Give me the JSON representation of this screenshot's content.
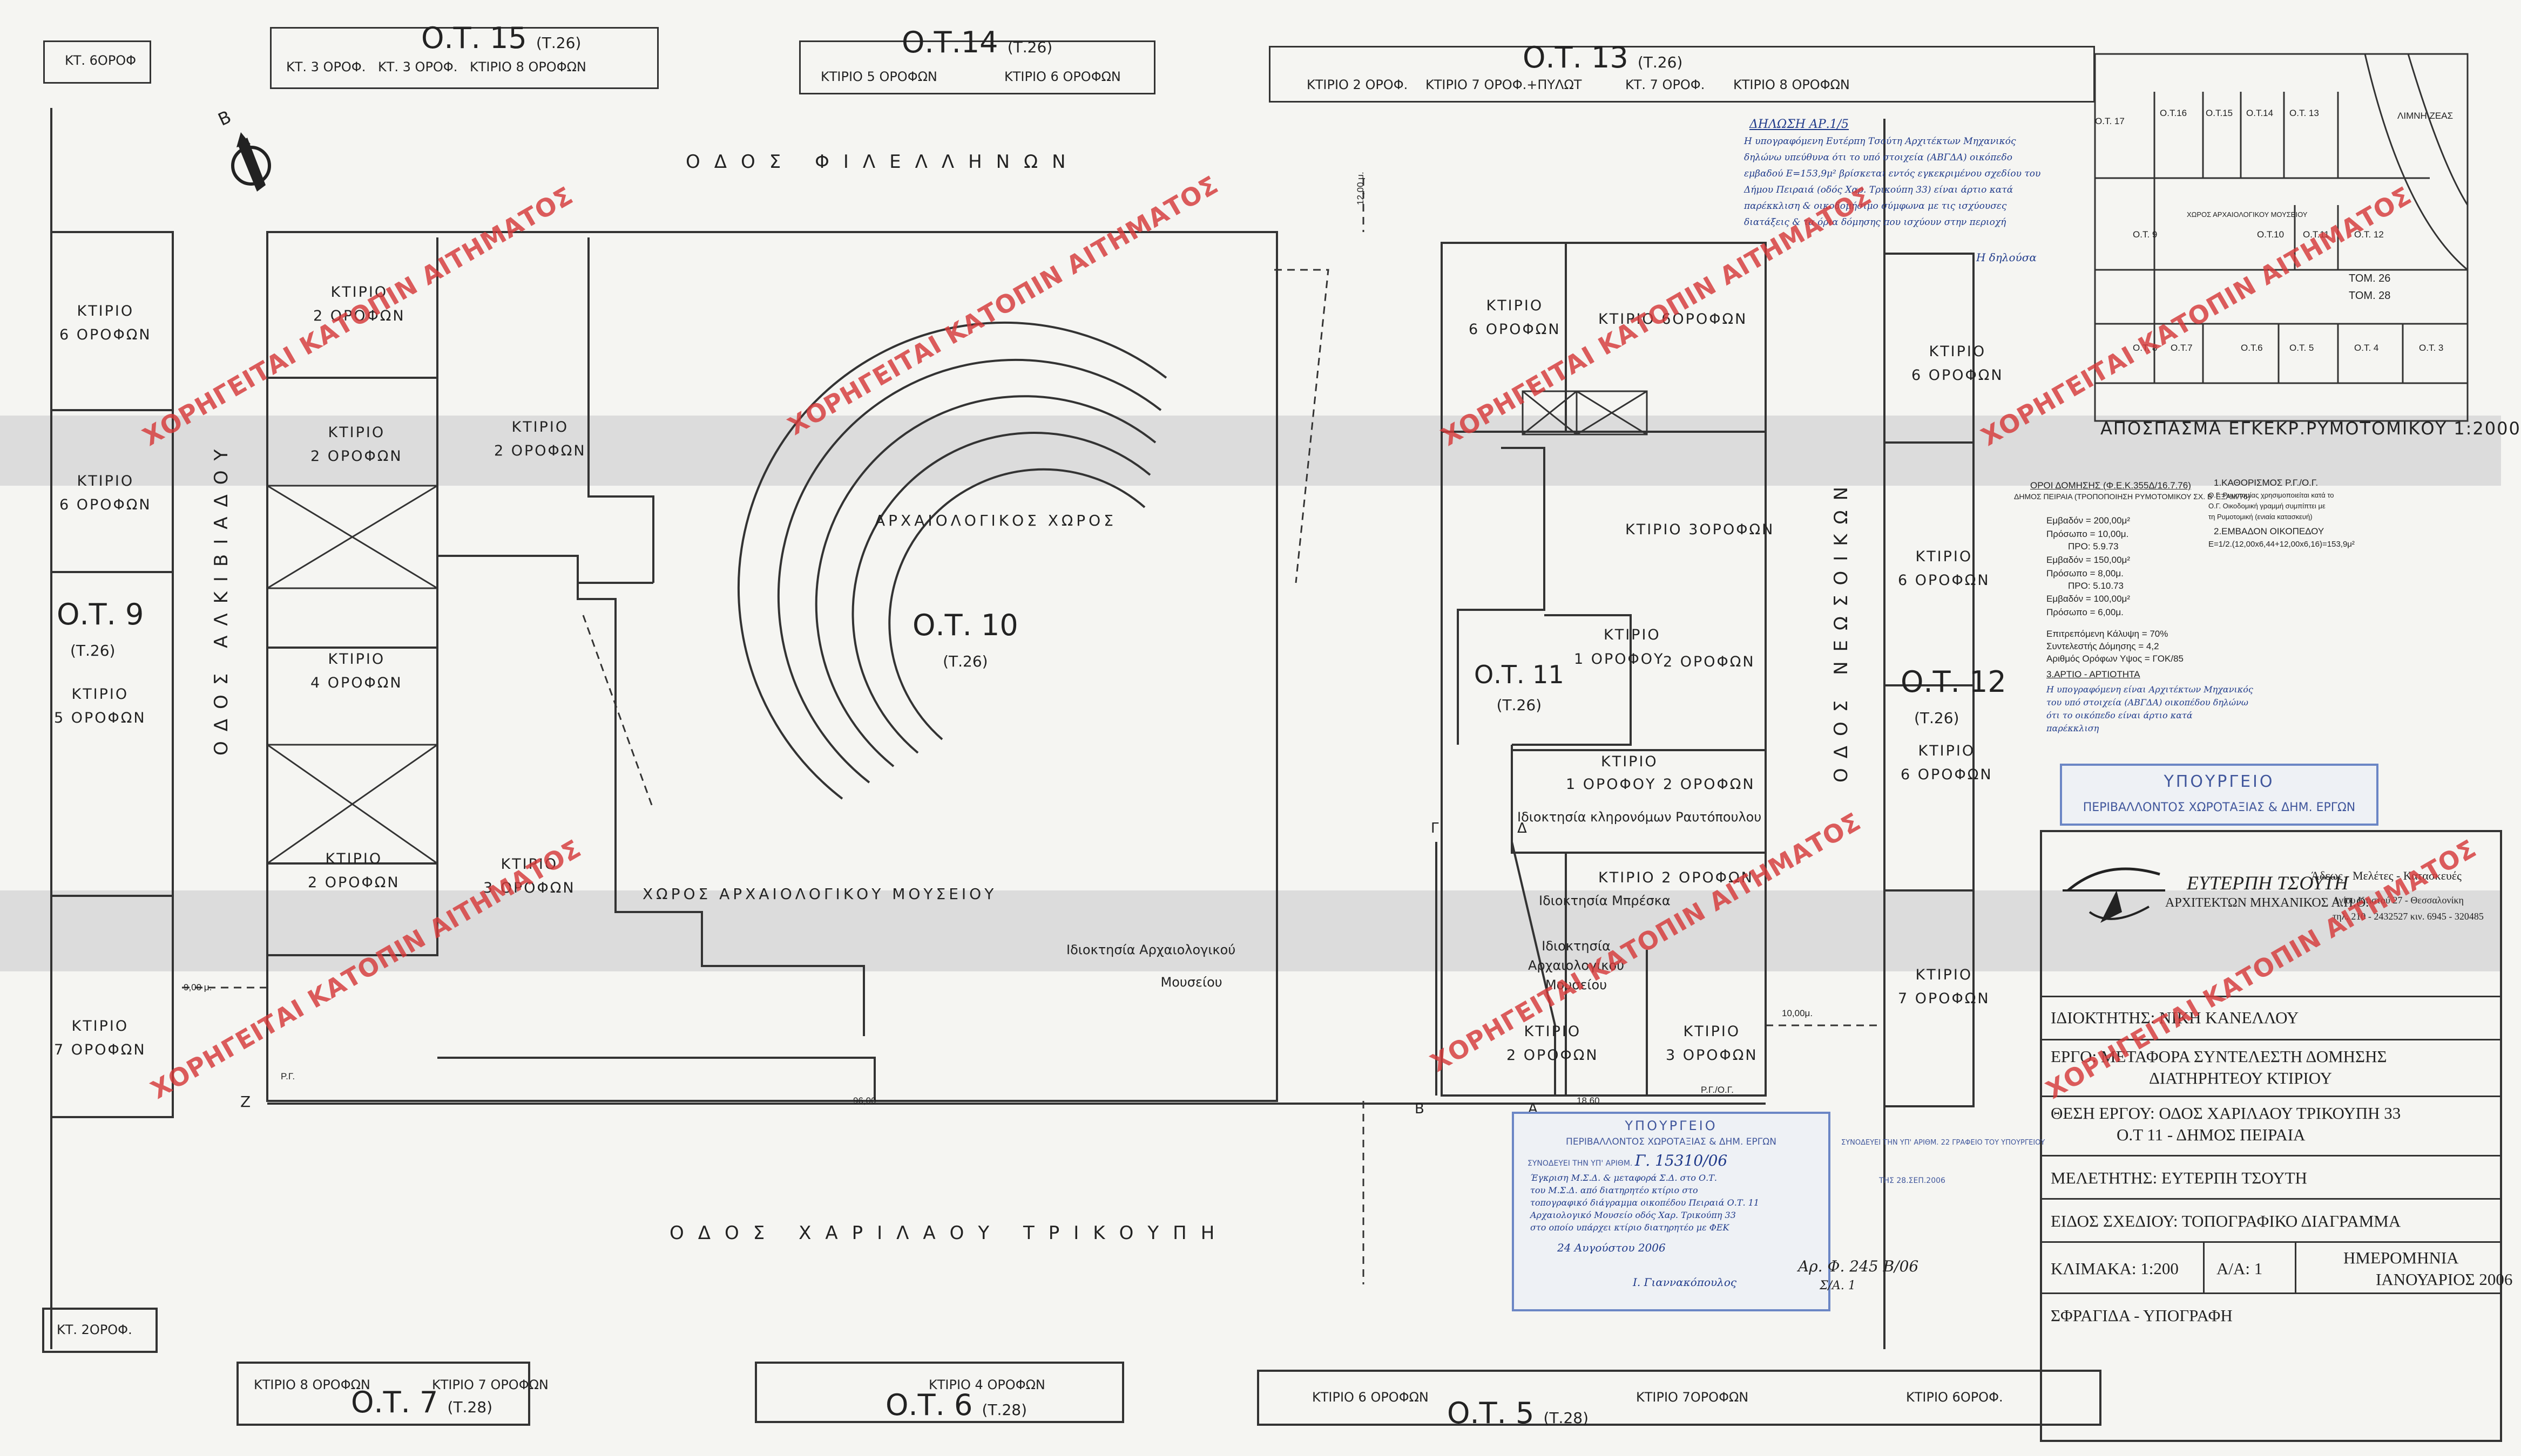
{
  "colors": {
    "watermark": "#d63a3a",
    "stamp": "#41579c",
    "ink": "#222222"
  },
  "top_row": {
    "k6": "ΚΤ. 6ΟΡΟΦ",
    "k3a": "ΚΤ. 3 ΟΡΟΦ.",
    "k3b": "ΚΤ. 3 ΟΡΟΦ.",
    "k8": "ΚΤΙΡΙΟ 8 ΟΡΟΦΩΝ",
    "ot15": "Ο.Τ. 15",
    "ot15s": "(Τ.26)",
    "ot14": "Ο.Τ.14",
    "ot14s": "(Τ.26)",
    "k5": "ΚΤΙΡΙΟ 5 ΟΡΟΦΩΝ",
    "k6b": "ΚΤΙΡΙΟ 6 ΟΡΟΦΩΝ",
    "ot13": "Ο.Τ. 13",
    "ot13s": "(Τ.26)",
    "k2": "ΚΤΙΡΙΟ 2 ΟΡΟΦ.",
    "k7p": "ΚΤΙΡΙΟ 7 ΟΡΟΦ.+ΠΥΛΩΤ",
    "k7": "ΚΤ. 7 ΟΡΟΦ.",
    "k8b": "ΚΤΙΡΙΟ 8 ΟΡΟΦΩΝ"
  },
  "bottom_row": {
    "k2": "ΚΤ. 2ΟΡΟΦ.",
    "k8": "ΚΤΙΡΙΟ 8 ΟΡΟΦΩΝ",
    "k7": "ΚΤΙΡΙΟ 7 ΟΡΟΦΩΝ",
    "ot7": "Ο.Τ. 7",
    "ot7s": "(Τ.28)",
    "k4": "ΚΤΙΡΙΟ 4 ΟΡΟΦΩΝ",
    "ot6": "Ο.Τ. 6",
    "ot6s": "(Τ.28)",
    "k6": "ΚΤΙΡΙΟ 6 ΟΡΟΦΩΝ",
    "ot5": "Ο.Τ. 5",
    "ot5s": "(Τ.28)",
    "k7b": "ΚΤΙΡΙΟ 7ΟΡΟΦΩΝ",
    "k6b": "ΚΤΙΡΙΟ 6ΟΡΟΦ."
  },
  "streets": {
    "filellinon": "ΟΔΟΣ ΦΙΛΕΛΛΗΝΩΝ",
    "charilaou": "ΟΔΟΣ ΧΑΡΙΛΑΟΥ ΤΡΙΚΟΥΠΗ",
    "alkiviadou": "ΟΔΟΣ ΑΛΚΙΒΙΑΔΟΥ",
    "neosoikon": "ΟΔΟΣ ΝΕΩΣΟΙΚΩΝ"
  },
  "north": "Β",
  "left_block": {
    "b1": "ΚΤΙΡΙΟ",
    "b1s": "6 ΟΡΟΦΩΝ",
    "b2": "ΚΤΙΡΙΟ",
    "b2s": "6 ΟΡΟΦΩΝ",
    "ot9": "Ο.Τ. 9",
    "ot9s": "(Τ.26)",
    "b3": "ΚΤΙΡΙΟ",
    "b3s": "5 ΟΡΟΦΩΝ",
    "b4": "ΚΤΙΡΙΟ",
    "b4s": "7 ΟΡΟΦΩΝ"
  },
  "center": {
    "k2a": "ΚΤΙΡΙΟ",
    "k2as": "2 ΟΡΟΦΩΝ",
    "k2b": "ΚΤΙΡΙΟ",
    "k2bs": "2 ΟΡΟΦΩΝ",
    "k2c": "ΚΤΙΡΙΟ",
    "k2cs": "2 ΟΡΟΦΩΝ",
    "k4": "ΚΤΙΡΙΟ",
    "k4s": "4 ΟΡΟΦΩΝ",
    "k2d": "ΚΤΙΡΙΟ",
    "k2ds": "2 ΟΡΟΦΩΝ",
    "k3": "ΚΤΙΡΙΟ",
    "k3s": "3 ΟΡΟΦΩΝ",
    "arch": "ΑΡΧΑΙΟΛΟΓΙΚΟΣ ΧΩΡΟΣ",
    "ot10": "Ο.Τ. 10",
    "ot10s": "(Τ.26)",
    "museum_space": "ΧΩΡΟΣ ΑΡΧΑΙΟΛΟΓΙΚΟΥ ΜΟΥΣΕΙΟΥ",
    "museum_prop1": "Ιδιοκτησία Αρχαιολογικού",
    "museum_prop2": "Μουσείου",
    "dist_12": "12,00 μ.",
    "dist_9": "9,00 μ.",
    "dist_96": "96,00",
    "rg": "Ρ.Γ.",
    "z": "Ζ"
  },
  "ot11": {
    "k6": "ΚΤΙΡΙΟ",
    "k6s": "6 ΟΡΟΦΩΝ",
    "k6b": "ΚΤΙΡΙΟ 6ΟΡΟΦΩΝ",
    "k3": "ΚΤΙΡΙΟ 3ΟΡΟΦΩΝ",
    "ot11": "Ο.Τ. 11",
    "ot11s": "(Τ.26)",
    "kt": "ΚΤΙΡΙΟ",
    "r1": "1 ΟΡΟΦΟΥ",
    "r2": "2 ΟΡΟΦΩΝ",
    "kt2": "ΚΤΙΡΙΟ",
    "r3": "1 ΟΡΟΦΟΥ",
    "r4": "2 ΟΡΟΦΩΝ",
    "rautop": "Ιδιοκτησία κληρονόμων Ραυτόπουλου",
    "k2o": "ΚΤΙΡΙΟ 2 ΟΡΟΦΩΝ",
    "mpre": "Ιδιοκτησία Μπρέσκα",
    "arch1": "Ιδιοκτησία",
    "arch2": "Αρχαιολογικού",
    "arch3": "Μουσείου",
    "k2e": "ΚΤΙΡΙΟ",
    "k2es": "2 ΟΡΟΦΩΝ",
    "k3e": "ΚΤΙΡΙΟ",
    "k3es": "3 ΟΡΟΦΩΝ",
    "dist_10": "10,00μ.",
    "dist_18": "18,60",
    "a": "Α",
    "b": "Β",
    "g": "Γ",
    "d": "Δ",
    "rgrod": "Ρ.Γ./Ο.Γ."
  },
  "right_block": {
    "b1": "ΚΤΙΡΙΟ",
    "b1s": "6 ΟΡΟΦΩΝ",
    "b2": "ΚΤΙΡΙΟ",
    "b2s": "6 ΟΡΟΦΩΝ",
    "ot12": "Ο.Τ. 12",
    "ot12s": "(Τ.26)",
    "b3": "ΚΤΙΡΙΟ",
    "b3s": "6 ΟΡΟΦΩΝ",
    "b4": "ΚΤΙΡΙΟ",
    "b4s": "7 ΟΡΟΦΩΝ"
  },
  "inset_map": {
    "title": "ΑΠΟΣΠΑΣΜΑ ΕΓΚΕΚΡ.ΡΥΜΟΤΟΜΙΚΟΥ 1:2000",
    "limni": "ΛΙΜΝΗ ΖΕΑΣ",
    "tom26": "ΤΟΜ. 26",
    "tom28": "ΤΟΜ. 28",
    "labels": [
      "Ο.Τ. 17",
      "Ο.Τ.16",
      "Ο.Τ.15",
      "Ο.Τ.14",
      "Ο.Τ. 13",
      "Ο.Τ. 9",
      "Ο.Τ.10",
      "Ο.Τ.11",
      "Ο.Τ. 12",
      "Ο.Τ. 8",
      "Ο.Τ.7",
      "Ο.Τ.6",
      "Ο.Τ. 5",
      "Ο.Τ. 4",
      "Ο.Τ. 3"
    ],
    "choros": "ΧΩΡΟΣ ΑΡΧΑΙΟΛΟΓΙΚΟΥ ΜΟΥΣΕΙΟΥ"
  },
  "declaration": {
    "title": "ΔΗΛΩΣΗ ΑΡ.1/5",
    "lines": [
      "Η υπογραφόμενη Ευτέρπη Τσούτη Αρχιτέκτων Μηχανικός",
      "δηλώνω υπεύθυνα ότι το υπό στοιχεία (ΑΒΓΔΑ) οικόπεδο",
      "εμβαδού Ε=153,9μ² βρίσκεται εντός εγκεκριμένου σχεδίου του",
      "Δήμου Πειραιά (οδός Χαρ. Τρικούπη 33) είναι άρτιο κατά",
      "παρέκκλιση & οικοδομήσιμο σύμφωνα με τις ισχύουσες",
      "διατάξεις & τα όρια δόμησης που ισχύουν στην περιοχή"
    ],
    "sign": "Η δηλούσα"
  },
  "building_terms": {
    "heading": "ΟΡΟΙ ΔΟΜΗΣΗΣ (Φ.Ε.Κ.355Δ/16.7.76)",
    "lines": [
      "ΔΗΜΟΣ ΠΕΙΡΑΙΑ (ΤΡΟΠΟΠΟΙΗΣΗ ΡΥΜΟΤΟΜΙΚΟΥ ΣΧ. Β' ΕΞΑΜ/76)",
      "Εμβαδόν = 200,00μ²",
      "Πρόσωπο = 10,00μ.",
      "ΠΡΟ: 5.9.73",
      "Εμβαδόν = 150,00μ²",
      "Πρόσωπο = 8,00μ.",
      "ΠΡΟ: 5.10.73",
      "Εμβαδόν = 100,00μ²",
      "Πρόσωπο = 6,00μ.",
      "Επιτρεπόμενη Κάλυψη = 70%",
      "Συντελεστής Δόμησης = 4,2",
      "Αριθμός Ορόφων Υψος = ΓΟΚ/85"
    ],
    "kath_head": "1.ΚΑΘΟΡΙΣΜΟΣ Ρ.Γ./Ο.Γ.",
    "kath_lines": [
      "Ο.Γ. Ρυμοτομίας χρησιμοποιείται κατά το",
      "Ο.Γ. Οικοδομική γραμμή συμπίπτει με",
      "τη Ρυμοτομική (ενιαία κατασκευή)"
    ],
    "emb_head": "2.ΕΜΒΑΔΟΝ ΟΙΚΟΠΕΔΟΥ",
    "emb_formula": "Ε=1/2.(12,00x6,44+12,00x6,16)=153,9μ²",
    "arti_head": "3.ΑΡΤΙΟ - ΑΡΤΙΟΤΗΤΑ",
    "arti_lines": [
      "Η υπογραφόμενη είναι Αρχιτέκτων Μηχανικός",
      "του υπό στοιχεία (ΑΒΓΔΑ) οικοπέδου δηλώνω",
      "ότι το οικόπεδο είναι άρτιο κατά",
      "παρέκκλιση"
    ]
  },
  "stamps": {
    "ministry1_title": "ΥΠΟΥΡΓΕΙΟ",
    "ministry1_sub": "ΠΕΡΙΒΑΛΛΟΝΤΟΣ ΧΩΡΟΤΑΞΙΑΣ & ΔΗΜ. ΕΡΓΩΝ",
    "ministry2_title": "ΥΠΟΥΡΓΕΙΟ",
    "ministry2_sub": "ΠΕΡΙΒΑΛΛΟΝΤΟΣ ΧΩΡΟΤΑΞΙΑΣ & ΔΗΜ. ΕΡΓΩΝ",
    "ministry2_num": "Γ. 15310/06",
    "ministry2_line1": "ΣΥΝΟΔΕΥΕΙ ΤΗΝ ΥΠ' ΑΡΙΘΜ.",
    "ministry2_text": [
      "Έγκριση Μ.Σ.Δ. & μεταφορά Σ.Δ. στο Ο.Τ.",
      "του Μ.Σ.Δ. από διατηρητέο κτίριο στο",
      "τοπογραφικό διάγραμμα οικοπέδου Πειραιά Ο.Τ. 11",
      "Αρχαιολογικό Μουσείο οδός Χαρ. Τρικούπη 33",
      "στο οποίο υπάρχει κτίριο διατηρητέο με ΦΕΚ"
    ],
    "ministry2_date": "24 Αυγούστου 2006",
    "ministry2_sign": "Ι. Γιαννακόπουλος",
    "ministry3": "ΣΥΝΟΔΕΥΕΙ ΤΗΝ ΥΠ' ΑΡΙΘΜ. 22 ΓΡΑΦΕΙΟ ΤΟΥ ΥΠΟΥΡΓΕΙΟΥ",
    "ministry3_b": "ΤΗΣ 28.ΣΕΠ.2006",
    "arf": "Αρ. Φ. 245 Β/06",
    "sa": "Σ/Α. 1"
  },
  "title_block": {
    "firm": "ΕΥΤΕΡΠΗ ΤΣΟΥΤΗ",
    "firm_sub": "ΑΡΧΙΤΕΚΤΩΝ ΜΗΧΑΝΙΚΟΣ Α.Π.Θ.",
    "addr1": "Άδεως - Μελέτες - Κατασκευές",
    "addr2": "Αγίου Κτιστού 27 - Θεσσαλονίκη",
    "addr3": "τηλ. 210 - 2432527 κιν. 6945 - 320485",
    "owner": "ΙΔΙΟΚΤΗΤΗΣ: ΝΙΚΗ ΚΑΝΕΛΛΟΥ",
    "project1": "ΕΡΓΟ: ΜΕΤΑΦΟΡΑ ΣΥΝΤΕΛΕΣΤΗ ΔΟΜΗΣΗΣ",
    "project2": "ΔΙΑΤΗΡΗΤΕΟΥ ΚΤΙΡΙΟΥ",
    "site1": "ΘΕΣΗ ΕΡΓΟΥ: ΟΔΟΣ ΧΑΡΙΛΑΟΥ ΤΡΙΚΟΥΠΗ 33",
    "site2": "Ο.Τ 11 - ΔΗΜΟΣ ΠΕΙΡΑΙΑ",
    "designer": "ΜΕΛΕΤΗΤΗΣ: ΕΥΤΕΡΠΗ ΤΣΟΥΤΗ",
    "type": "ΕΙΔΟΣ ΣΧΕΔΙΟΥ: ΤΟΠΟΓΡΑΦΙΚΟ ΔΙΑΓΡΑΜΜΑ",
    "scale": "ΚΛΙΜΑΚΑ: 1:200",
    "aa": "Α/Α: 1",
    "date_label": "ΗΜΕΡΟΜΗΝΙΑ",
    "date": "ΙΑΝΟΥΑΡΙΟΣ 2006",
    "seal": "ΣΦΡΑΓΙΔΑ - ΥΠΟΓΡΑΦΗ"
  },
  "watermark": "ΧΟΡΗΓΕΙΤΑΙ ΚΑΤΟΠΙΝ ΑΙΤΗΜΑΤΟΣ"
}
